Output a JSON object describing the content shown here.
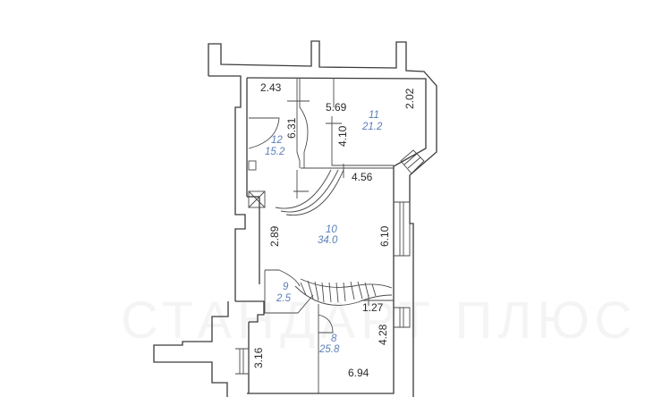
{
  "plan": {
    "watermark": "СТАНДАРТ ПЛЮС",
    "rooms": [
      {
        "number": "12",
        "area": "15.2"
      },
      {
        "number": "11",
        "area": "21.2"
      },
      {
        "number": "10",
        "area": "34.0"
      },
      {
        "number": "9",
        "area": "2.5"
      },
      {
        "number": "8",
        "area": "25.8"
      }
    ],
    "dimensions": {
      "d_2_43": "2.43",
      "d_5_69": "5.69",
      "d_2_02": "2.02",
      "d_6_31": "6.31",
      "d_4_10": "4.10",
      "d_4_56": "4.56",
      "d_6_10": "6.10",
      "d_2_89": "2.89",
      "d_1_27": "1.27",
      "d_4_28": "4.28",
      "d_3_16": "3.16",
      "d_6_94": "6.94"
    },
    "colors": {
      "wall": "#3a3a3a",
      "room_label": "#5a7fb8",
      "background": "#ffffff"
    }
  }
}
